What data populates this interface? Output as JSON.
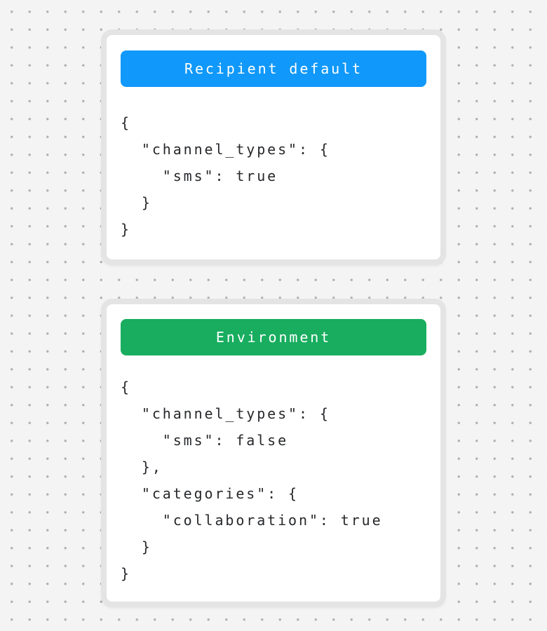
{
  "canvas": {
    "background_color": "#f4f4f5",
    "dot_color": "#aeaeae"
  },
  "cards": [
    {
      "title": "Recipient default",
      "title_badge_color": "#1098fa",
      "code_lines": [
        "{",
        "  \"channel_types\": {",
        "    \"sms\": true",
        "  }",
        "}"
      ]
    },
    {
      "title": "Environment",
      "title_badge_color": "#18ad5f",
      "code_lines": [
        "{",
        "  \"channel_types\": {",
        "    \"sms\": false",
        "  },",
        "  \"categories\": {",
        "    \"collaboration\": true",
        "  }",
        "}"
      ]
    }
  ]
}
